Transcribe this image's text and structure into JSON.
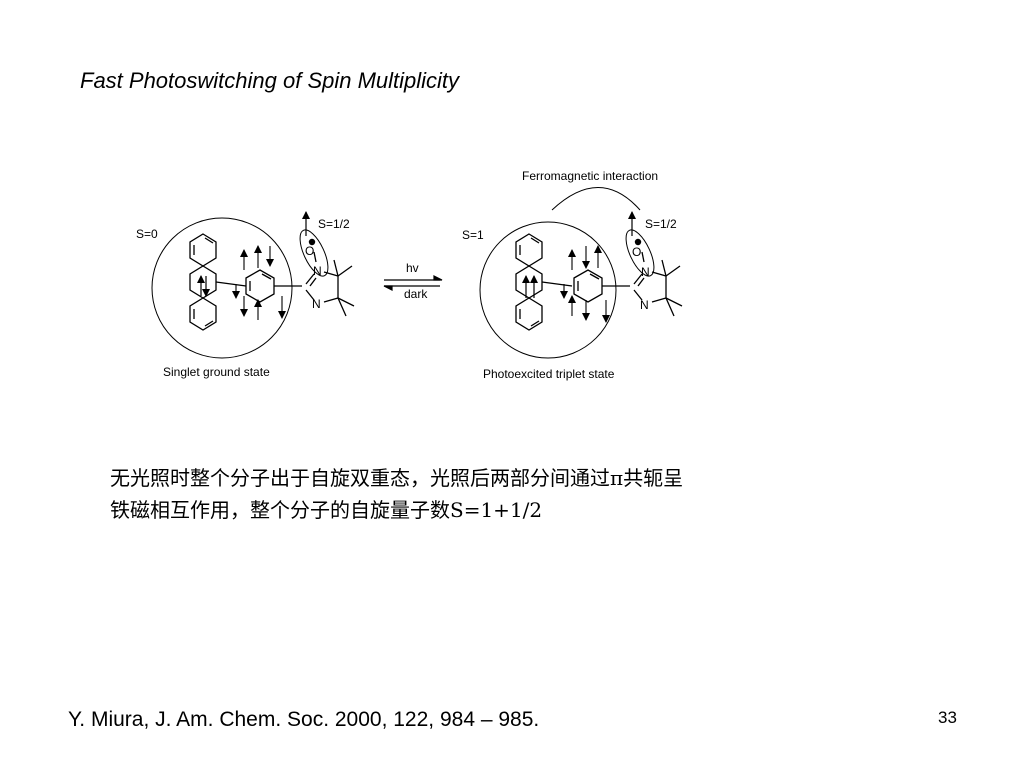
{
  "slide": {
    "title": "Fast Photoswitching of Spin Multiplicity",
    "scheme": {
      "left": {
        "spin_label": "S=0",
        "radical_spin_label": "S=1/2",
        "caption": "Singlet ground state",
        "atom_o": "O",
        "atom_n1": "N",
        "atom_n2": "N"
      },
      "arrow": {
        "forward": "hv",
        "reverse": "dark"
      },
      "right": {
        "interaction_label": "Ferromagnetic interaction",
        "spin_label": "S=1",
        "radical_spin_label": "S=1/2",
        "caption": "Photoexcited triplet state",
        "atom_o": "O",
        "atom_n1": "N",
        "atom_n2": "N"
      }
    },
    "caption_lines": [
      "无光照时整个分子出于自旋双重态，光照后两部分间通过π共轭呈",
      "铁磁相互作用，整个分子的自旋量子数S=1+1/2"
    ],
    "reference": "Y. Miura, J. Am. Chem. Soc. 2000, 122, 984 – 985.",
    "page_number": "33"
  }
}
